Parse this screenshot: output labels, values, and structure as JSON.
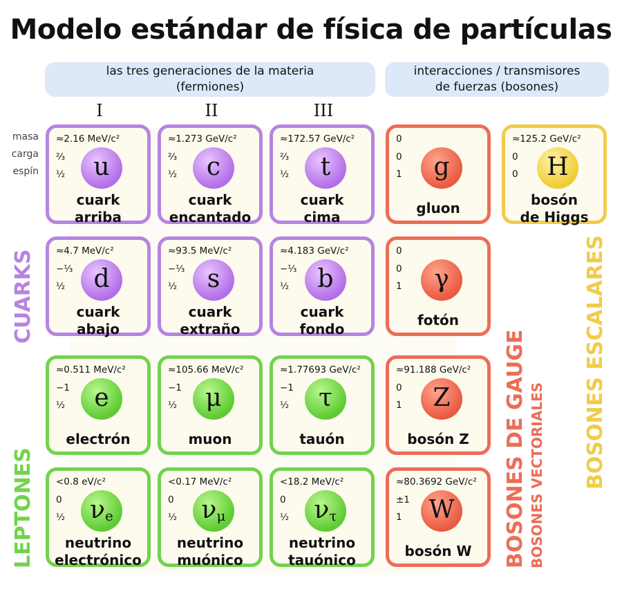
{
  "title": "Modelo estándar de física de partículas",
  "banners": {
    "fermions_line1": "las tres generaciones de la materia",
    "fermions_line2": "(fermiones)",
    "bosons_line1": "interacciones / transmisores",
    "bosons_line2": "de fuerzas (bosones)"
  },
  "generations": [
    "I",
    "II",
    "III"
  ],
  "row_labels": {
    "mass": "masa",
    "charge": "carga",
    "spin": "espín"
  },
  "group_labels": {
    "quarks": "CUARKS",
    "leptons": "LEPTONES",
    "gauge": "BOSONES DE GAUGE",
    "vector": "BOSONES VECTORIALES",
    "scalar": "BOSONES ESCALARES"
  },
  "colors": {
    "quark": "#b783e2",
    "lepton": "#72d34c",
    "gauge": "#ec6d57",
    "scalar": "#f0cc4b",
    "banner": "#dde9f8"
  },
  "particles": {
    "up": {
      "mass": "≈2.16 MeV/c²",
      "charge": "⅔",
      "spin": "½",
      "symbol": "u",
      "name1": "cuark",
      "name2": "arriba"
    },
    "charm": {
      "mass": "≈1.273 GeV/c²",
      "charge": "⅔",
      "spin": "½",
      "symbol": "c",
      "name1": "cuark",
      "name2": "encantado"
    },
    "top": {
      "mass": "≈172.57 GeV/c²",
      "charge": "⅔",
      "spin": "½",
      "symbol": "t",
      "name1": "cuark",
      "name2": "cima"
    },
    "gluon": {
      "mass": "0",
      "charge": "0",
      "spin": "1",
      "symbol": "g",
      "name1": "gluon"
    },
    "higgs": {
      "mass": "≈125.2 GeV/c²",
      "charge": "0",
      "spin": "0",
      "symbol": "H",
      "name1": "bosón",
      "name2": "de Higgs"
    },
    "down": {
      "mass": "≈4.7 MeV/c²",
      "charge": "−⅓",
      "spin": "½",
      "symbol": "d",
      "name1": "cuark",
      "name2": "abajo"
    },
    "strange": {
      "mass": "≈93.5 MeV/c²",
      "charge": "−⅓",
      "spin": "½",
      "symbol": "s",
      "name1": "cuark",
      "name2": "extraño"
    },
    "bottom": {
      "mass": "≈4.183 GeV/c²",
      "charge": "−⅓",
      "spin": "½",
      "symbol": "b",
      "name1": "cuark",
      "name2": "fondo"
    },
    "photon": {
      "mass": "0",
      "charge": "0",
      "spin": "1",
      "symbol": "γ",
      "name1": "fotón"
    },
    "electron": {
      "mass": "≈0.511 MeV/c²",
      "charge": "−1",
      "spin": "½",
      "symbol": "e",
      "name1": "electrón"
    },
    "muon": {
      "mass": "≈105.66 MeV/c²",
      "charge": "−1",
      "spin": "½",
      "symbol": "μ",
      "name1": "muon"
    },
    "tau": {
      "mass": "≈1.77693 GeV/c²",
      "charge": "−1",
      "spin": "½",
      "symbol": "τ",
      "name1": "tauón"
    },
    "z": {
      "mass": "≈91.188 GeV/c²",
      "charge": "0",
      "spin": "1",
      "symbol": "Z",
      "name1": "bosón Z"
    },
    "nu_e": {
      "mass": "<0.8 eV/c²",
      "charge": "0",
      "spin": "½",
      "symbol": "ν",
      "sub": "e",
      "name1": "neutrino",
      "name2": "electrónico"
    },
    "nu_mu": {
      "mass": "<0.17 MeV/c²",
      "charge": "0",
      "spin": "½",
      "symbol": "ν",
      "sub": "μ",
      "name1": "neutrino",
      "name2": "muónico"
    },
    "nu_tau": {
      "mass": "<18.2 MeV/c²",
      "charge": "0",
      "spin": "½",
      "symbol": "ν",
      "sub": "τ",
      "name1": "neutrino",
      "name2": "tauónico"
    },
    "w": {
      "mass": "≈80.3692 GeV/c²",
      "charge": "±1",
      "spin": "1",
      "symbol": "W",
      "name1": "bosón W"
    }
  }
}
